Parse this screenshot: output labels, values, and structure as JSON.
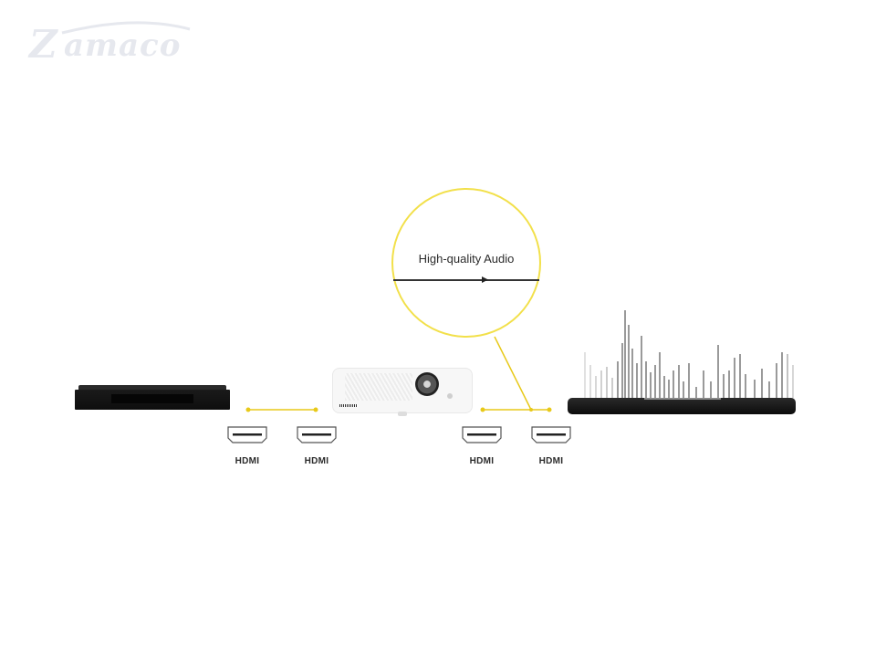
{
  "logo": {
    "mark": "Z",
    "text": "amaco"
  },
  "callout": {
    "label": "High-quality Audio",
    "border_color": "#f2e04a"
  },
  "connections": [
    {
      "from": "blu-ray-player",
      "to": "projector",
      "ports": [
        {
          "label": "HDMI"
        },
        {
          "label": "HDMI"
        }
      ]
    },
    {
      "from": "projector",
      "to": "soundbar",
      "ports": [
        {
          "label": "HDMI"
        },
        {
          "label": "HDMI"
        }
      ]
    }
  ],
  "devices": {
    "source": "blu-ray-player",
    "hub": "projector",
    "output": "soundbar"
  },
  "colors": {
    "cable": "#e8c919",
    "device_dark": "#1c1c1c",
    "text": "#2a2a2a"
  }
}
